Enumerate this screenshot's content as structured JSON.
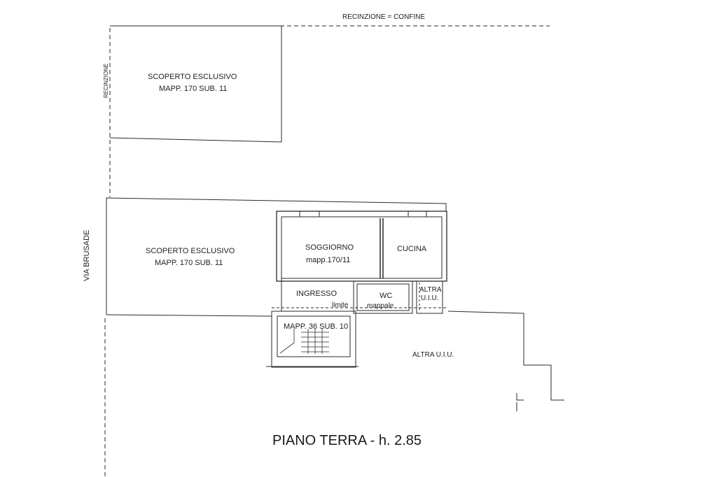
{
  "labels": {
    "recinzione_confine": "RECINZIONE = CONFINE",
    "recinzione_side": "RECINZIONE",
    "via_brusade": "VIA BRUSADE",
    "scoperto_top_1": "SCOPERTO ESCLUSIVO",
    "scoperto_top_2": "MAPP. 170 SUB. 11",
    "scoperto_mid_1": "SCOPERTO ESCLUSIVO",
    "scoperto_mid_2": "MAPP. 170 SUB. 11",
    "soggiorno": "SOGGIORNO",
    "soggiorno_mapp": "mapp.170/11",
    "cucina": "CUCINA",
    "ingresso": "INGRESSO",
    "wc": "WC",
    "limite": "limite",
    "mappale": "mappale",
    "altra_uiu_small_1": "ALTRA",
    "altra_uiu_small_2": "U.I.U.",
    "mapp_36": "MAPP. 36 SUB. 10",
    "altra_uiu_big": "ALTRA U.I.U.",
    "piano_terra": "PIANO TERRA - h. 2.85"
  },
  "colors": {
    "line": "#2a2a2a",
    "background": "#ffffff"
  }
}
